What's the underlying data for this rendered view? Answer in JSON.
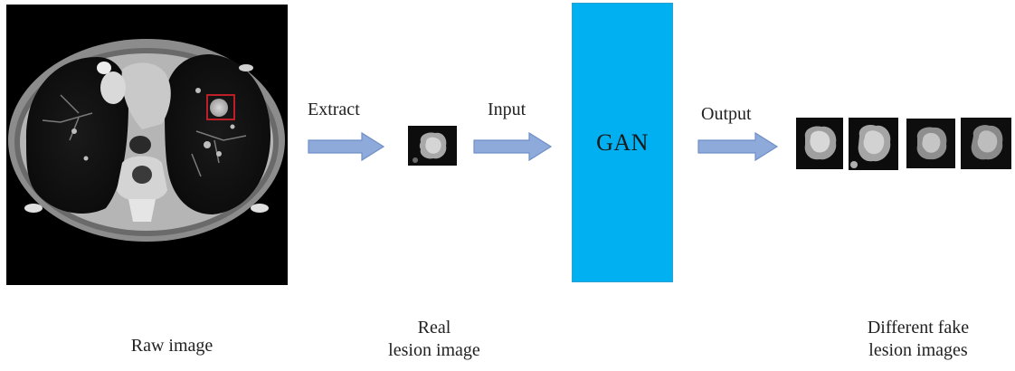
{
  "diagram": {
    "step_labels": {
      "extract": "Extract",
      "input": "Input",
      "output": "Output"
    },
    "gan_label": "GAN",
    "captions": {
      "raw": "Raw image",
      "real_line1": "Real",
      "real_line2": "lesion image",
      "fake_line1": "Different fake",
      "fake_line2": "lesion images"
    }
  },
  "colors": {
    "gan_fill": "#00b0f0",
    "arrow_fill": "#8eaadb",
    "arrow_stroke": "#6f8fc7",
    "highlight_box": "#d0202a"
  }
}
